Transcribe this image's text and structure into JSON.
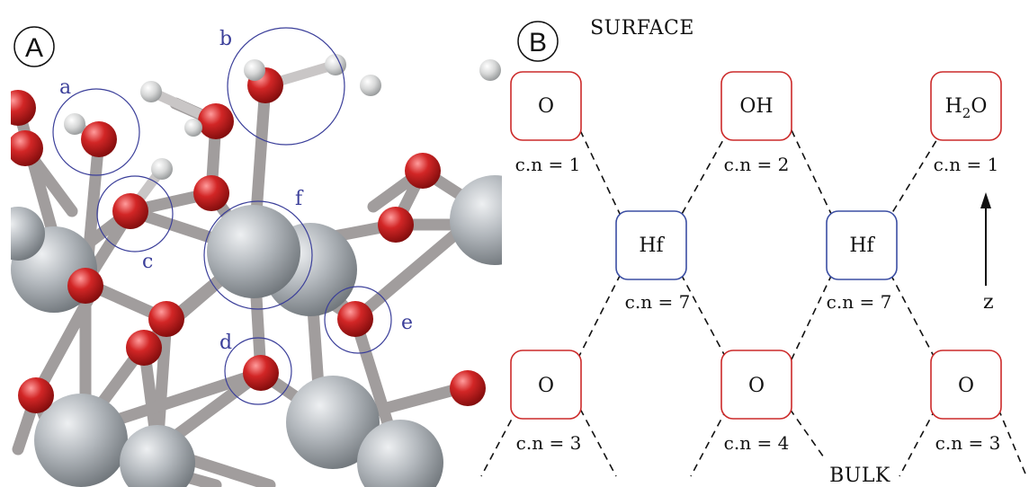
{
  "panel_a": {
    "letter": "A",
    "site_labels": [
      "a",
      "b",
      "c",
      "d",
      "e",
      "f"
    ]
  },
  "panel_b": {
    "letter": "B",
    "top_label": "SURFACE",
    "bottom_label": "BULK",
    "axis_label": "z",
    "surface_nodes": [
      {
        "label": "O",
        "cn": "c.n = 1"
      },
      {
        "label": "OH",
        "cn": "c.n = 2"
      },
      {
        "label": "H",
        "sub": "2",
        "label_tail": "O",
        "cn": "c.n = 1"
      }
    ],
    "hf_nodes": [
      {
        "label": "Hf",
        "cn": "c.n = 7"
      },
      {
        "label": "Hf",
        "cn": "c.n = 7"
      }
    ],
    "bulk_nodes": [
      {
        "label": "O",
        "cn": "c.n = 3"
      },
      {
        "label": "O",
        "cn": "c.n = 4"
      },
      {
        "label": "O",
        "cn": "c.n = 3"
      }
    ]
  },
  "colors": {
    "oxygen_box": "#cc2a2a",
    "hafnium_box": "#3b4ea3",
    "site_circle": "#3b3f9a",
    "oxygen_atom": "#c41f1f",
    "hafnium_atom": "#a9aeb3",
    "hydrogen_atom": "#d7d8d8",
    "bond": "#a7a4a4"
  }
}
